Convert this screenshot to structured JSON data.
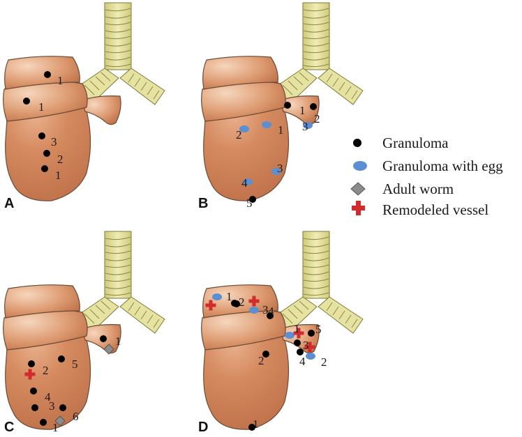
{
  "panels": {
    "A": {
      "label": "A",
      "markers": [
        {
          "type": "granuloma",
          "label": "1"
        },
        {
          "type": "granuloma",
          "label": "1"
        },
        {
          "type": "granuloma",
          "label": "3"
        },
        {
          "type": "granuloma",
          "label": "2"
        },
        {
          "type": "granuloma",
          "label": "1"
        }
      ]
    },
    "B": {
      "label": "B",
      "markers": [
        {
          "type": "granuloma",
          "label": "1"
        },
        {
          "type": "granuloma",
          "label": "2"
        },
        {
          "type": "egg",
          "label": "3"
        },
        {
          "type": "egg",
          "label": "2"
        },
        {
          "type": "egg",
          "label": "1"
        },
        {
          "type": "egg",
          "label": "3"
        },
        {
          "type": "egg",
          "label": "4"
        },
        {
          "type": "granuloma",
          "label": "5"
        }
      ]
    },
    "C": {
      "label": "C",
      "markers": [
        {
          "type": "granuloma",
          "label": ""
        },
        {
          "type": "worm",
          "label": "1"
        },
        {
          "type": "granuloma",
          "label": ""
        },
        {
          "type": "vessel",
          "label": "2"
        },
        {
          "type": "granuloma",
          "label": "5"
        },
        {
          "type": "granuloma",
          "label": "4"
        },
        {
          "type": "granuloma",
          "label": "3"
        },
        {
          "type": "granuloma",
          "label": ""
        },
        {
          "type": "worm",
          "label": "6"
        },
        {
          "type": "granuloma",
          "label": "1"
        }
      ]
    },
    "D": {
      "label": "D",
      "markers": [
        {
          "type": "egg",
          "label": ""
        },
        {
          "type": "vessel",
          "label": ""
        },
        {
          "type": "granuloma",
          "label": "1"
        },
        {
          "type": "granuloma",
          "label": "2"
        },
        {
          "type": "vessel",
          "label": ""
        },
        {
          "type": "egg",
          "label": "3"
        },
        {
          "type": "granuloma",
          "label": "4"
        },
        {
          "type": "egg",
          "label": ""
        },
        {
          "type": "vessel",
          "label": "1"
        },
        {
          "type": "granuloma",
          "label": "5"
        },
        {
          "type": "granuloma",
          "label": ""
        },
        {
          "type": "vessel",
          "label": "3"
        },
        {
          "type": "granuloma",
          "label": "4"
        },
        {
          "type": "egg",
          "label": "2"
        },
        {
          "type": "granuloma",
          "label": "2"
        },
        {
          "type": "granuloma",
          "label": "1"
        }
      ]
    }
  },
  "legend": [
    {
      "type": "granuloma",
      "label": "Granuloma"
    },
    {
      "type": "egg",
      "label": "Granuloma with egg"
    },
    {
      "type": "worm",
      "label": "Adult worm"
    },
    {
      "type": "vessel",
      "label": "Remodeled vessel"
    }
  ],
  "colors": {
    "lung_light": "#f4c9a9",
    "lung_dark": "#c67a4f",
    "lung_outline": "#6a4a35",
    "trachea_fill": "#e6e2a2",
    "trachea_stroke": "#7d7a35",
    "granuloma": "#000000",
    "egg": "#5b8fd2",
    "worm": "#8c8c8c",
    "vessel": "#d12b2b"
  }
}
